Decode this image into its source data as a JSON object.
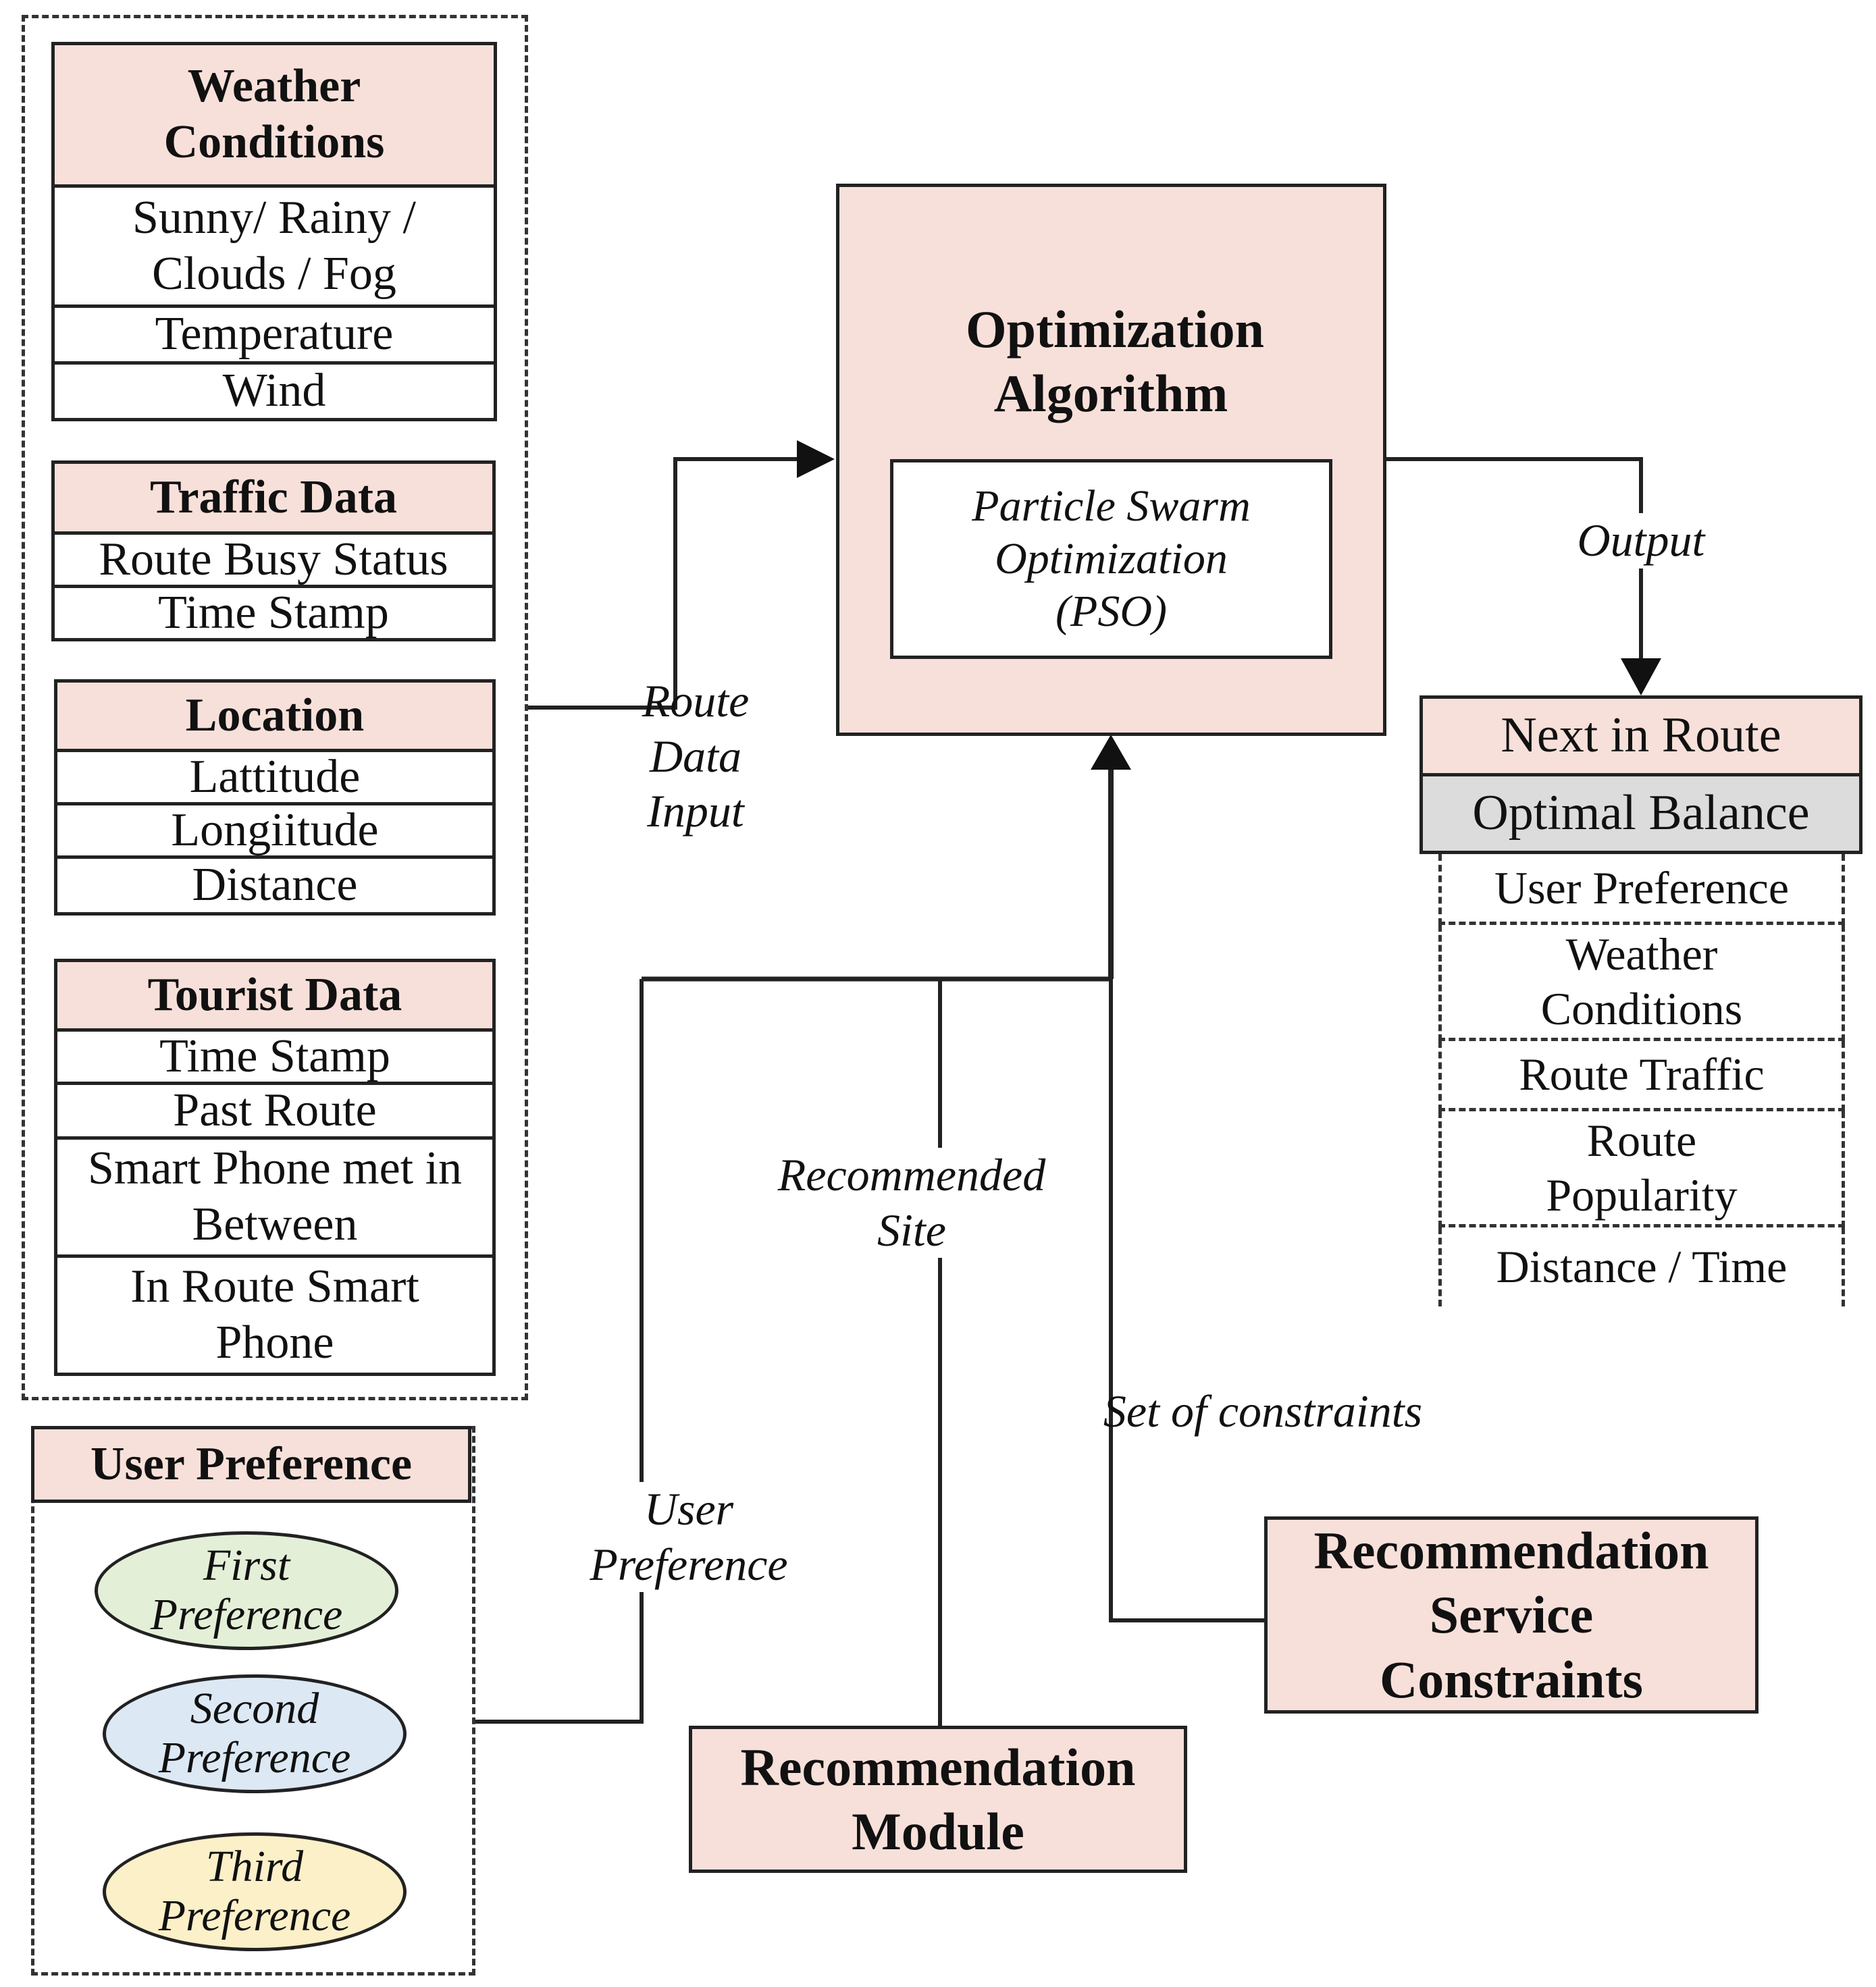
{
  "weather": {
    "title": "Weather Conditions",
    "rows": [
      "Sunny/ Rainy / Clouds / Fog",
      "Temperature",
      "Wind"
    ]
  },
  "traffic": {
    "title": "Traffic Data",
    "rows": [
      "Route Busy Status",
      "Time Stamp"
    ]
  },
  "location": {
    "title": "Location",
    "rows": [
      "Lattitude",
      "Longiitude",
      "Distance"
    ]
  },
  "tourist": {
    "title": "Tourist Data",
    "rows": [
      "Time Stamp",
      "Past Route",
      "Smart Phone met in Between",
      "In Route Smart Phone"
    ]
  },
  "user_pref": {
    "title": "User Preference",
    "items": [
      {
        "label": "First Preference",
        "color": "#e4efd8"
      },
      {
        "label": "Second Preference",
        "color": "#dde8f5"
      },
      {
        "label": "Third Preference",
        "color": "#fcf0c8"
      }
    ]
  },
  "optimizer": {
    "title": "Optimization Algorithm",
    "method": "Particle Swarm Optimization (PSO)"
  },
  "output_box": {
    "title": "Next in Route",
    "subtitle": "Optimal Balance",
    "rows": [
      "User Preference",
      "Weather Conditions",
      "Route Traffic",
      "Route Popularity",
      "Distance / Time"
    ]
  },
  "rec_module": {
    "title": "Recommendation Module"
  },
  "rec_constraints": {
    "title": "Recommendation Service Constraints"
  },
  "edges": {
    "route_input": "Route Data Input",
    "output": "Output",
    "recommended_site": "Recommended Site",
    "user_preference": "User Preference",
    "constraints": "Set of constraints"
  },
  "colors": {
    "header_fill": "#f8e0da",
    "subtitle_fill": "#dcdcdc",
    "line": "#222222"
  }
}
